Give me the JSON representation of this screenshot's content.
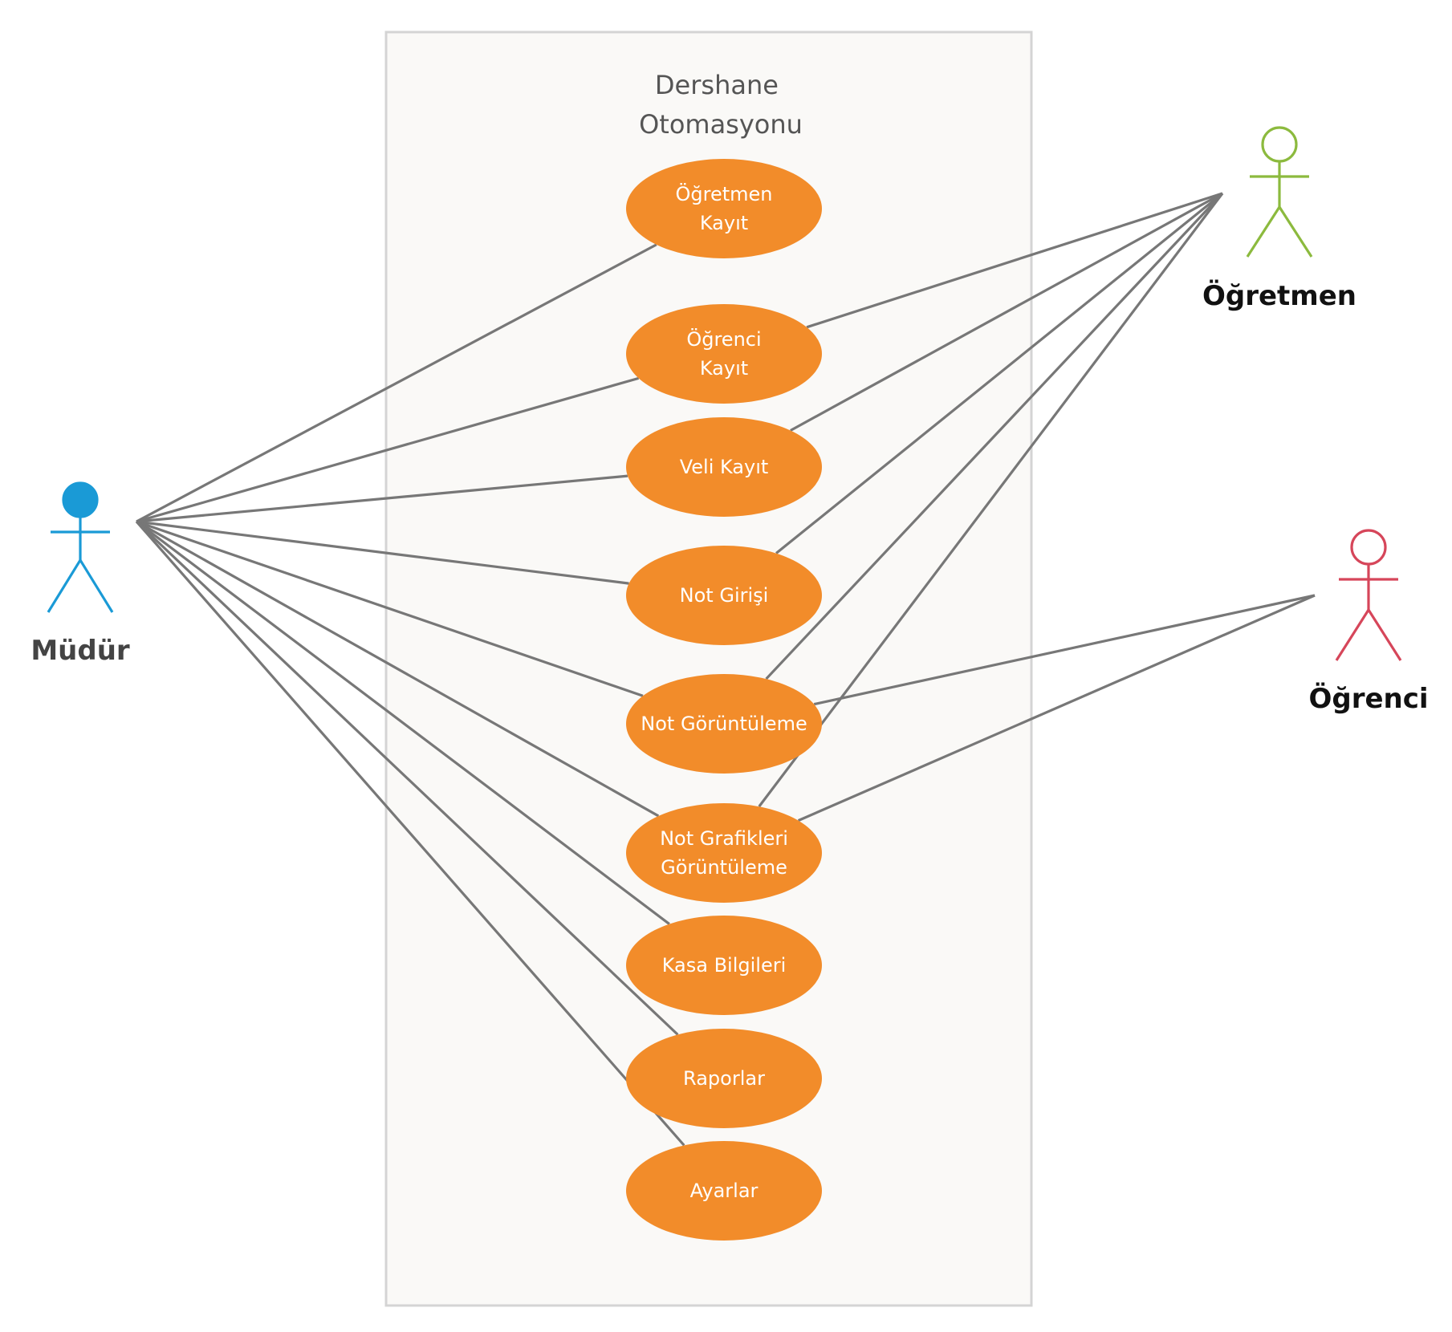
{
  "system": {
    "title_lines": [
      "Dershane",
      "Otomasyonu"
    ]
  },
  "use_cases": [
    {
      "id": "ogretmen-kayit",
      "lines": [
        "Öğretmen",
        "Kayıt"
      ]
    },
    {
      "id": "ogrenci-kayit",
      "lines": [
        "Öğrenci",
        "Kayıt"
      ]
    },
    {
      "id": "veli-kayit",
      "lines": [
        "Veli Kayıt"
      ]
    },
    {
      "id": "not-girisi",
      "lines": [
        "Not Girişi"
      ]
    },
    {
      "id": "not-goruntuleme",
      "lines": [
        "Not Görüntüleme"
      ]
    },
    {
      "id": "not-grafikleri-goruntuleme",
      "lines": [
        "Not Grafikleri",
        "Görüntüleme"
      ]
    },
    {
      "id": "kasa-bilgileri",
      "lines": [
        "Kasa Bilgileri"
      ]
    },
    {
      "id": "raporlar",
      "lines": [
        "Raporlar"
      ]
    },
    {
      "id": "ayarlar",
      "lines": [
        "Ayarlar"
      ]
    }
  ],
  "actors": [
    {
      "id": "mudur",
      "label": "Müdür",
      "color": "#1a9ad6",
      "label_color": "#444444",
      "filled_head": true
    },
    {
      "id": "ogretmen",
      "label": "Öğretmen",
      "color": "#8cba3e",
      "label_color": "#111111",
      "filled_head": false
    },
    {
      "id": "ogrenci",
      "label": "Öğrenci",
      "color": "#d6465a",
      "label_color": "#111111",
      "filled_head": false
    }
  ],
  "associations": [
    [
      "mudur",
      "ogretmen-kayit"
    ],
    [
      "mudur",
      "ogrenci-kayit"
    ],
    [
      "mudur",
      "veli-kayit"
    ],
    [
      "mudur",
      "not-girisi"
    ],
    [
      "mudur",
      "not-goruntuleme"
    ],
    [
      "mudur",
      "not-grafikleri-goruntuleme"
    ],
    [
      "mudur",
      "kasa-bilgileri"
    ],
    [
      "mudur",
      "raporlar"
    ],
    [
      "mudur",
      "ayarlar"
    ],
    [
      "ogretmen",
      "ogrenci-kayit"
    ],
    [
      "ogretmen",
      "veli-kayit"
    ],
    [
      "ogretmen",
      "not-girisi"
    ],
    [
      "ogretmen",
      "not-goruntuleme"
    ],
    [
      "ogretmen",
      "not-grafikleri-goruntuleme"
    ],
    [
      "ogrenci",
      "not-goruntuleme"
    ],
    [
      "ogrenci",
      "not-grafikleri-goruntuleme"
    ]
  ],
  "colors": {
    "use_case_fill": "#f28c2a",
    "system_fill": "#faf9f7",
    "system_border": "#d4d4d4",
    "line": "#777777"
  }
}
